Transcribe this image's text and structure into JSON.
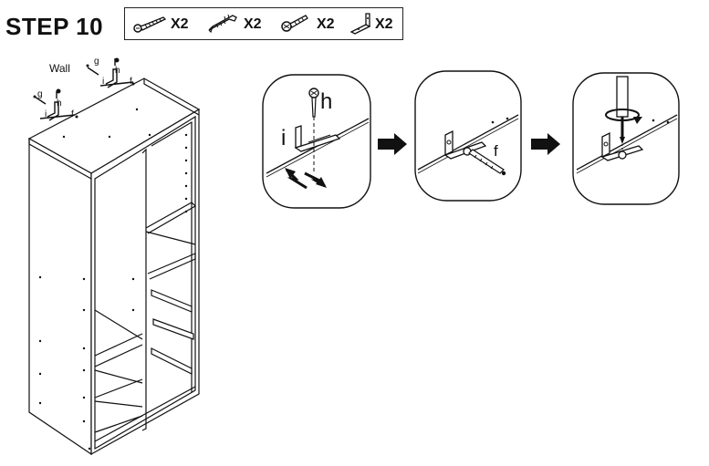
{
  "header": {
    "title": "STEP 10"
  },
  "parts": [
    {
      "icon": "screw-icon",
      "qty": "X2"
    },
    {
      "icon": "wall-plug-icon",
      "qty": "X2"
    },
    {
      "icon": "short-screw-icon",
      "qty": "X2"
    },
    {
      "icon": "angle-bracket-icon",
      "qty": "X2"
    }
  ],
  "overview": {
    "wall_label": "Wall",
    "labels": {
      "g": "g",
      "h": "h",
      "i": "i",
      "f": "f"
    }
  },
  "details": [
    {
      "labels": [
        "h",
        "i"
      ]
    },
    {
      "labels": [
        "f"
      ]
    },
    {
      "labels": []
    }
  ]
}
